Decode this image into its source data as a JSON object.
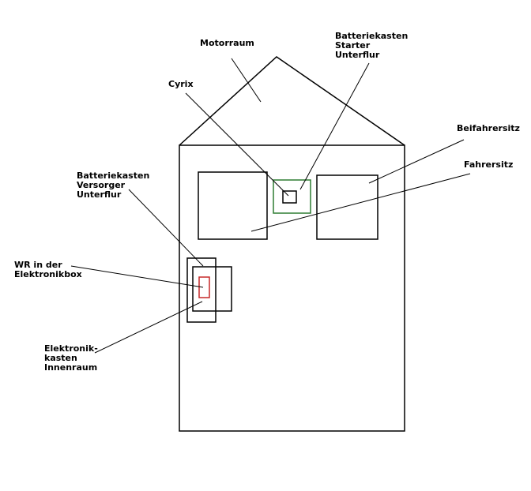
{
  "labels": {
    "motorraum": "Motorraum",
    "batteriekasten_starter": [
      "Batteriekasten",
      "Starter",
      "Unterflur"
    ],
    "cyrix": "Cyrix",
    "beifahrersitz": "Beifahrersitz",
    "fahrersitz": "Fahrersitz",
    "batteriekasten_versorger": [
      "Batteriekasten",
      "Versorger",
      "Unterflur"
    ],
    "wr_elektronikbox": [
      "WR in der",
      "Elektronikbox"
    ],
    "elektronikkasten": [
      "Elektronik-",
      "kasten",
      "Innenraum"
    ]
  },
  "colors": {
    "outline": "#000000",
    "starter_battery": "#2e7d32",
    "inverter": "#c62828",
    "background": "#ffffff"
  }
}
